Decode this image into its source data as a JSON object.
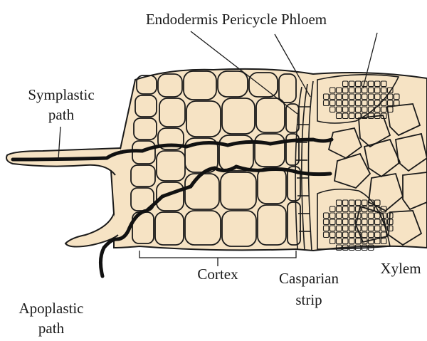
{
  "colors": {
    "tissue_fill": "#f6e3c4",
    "outline": "#1a1a1a",
    "path_line": "#111111",
    "background": "#ffffff"
  },
  "labels": {
    "top_row": "Endodermis Pericycle Phloem",
    "symplastic_line1": "Symplastic",
    "symplastic_line2": "path",
    "apoplastic_line1": "Apoplastic",
    "apoplastic_line2": "path",
    "cortex": "Cortex",
    "casparian_line1": "Casparian",
    "casparian_line2": "strip",
    "xylem": "Xylem"
  }
}
